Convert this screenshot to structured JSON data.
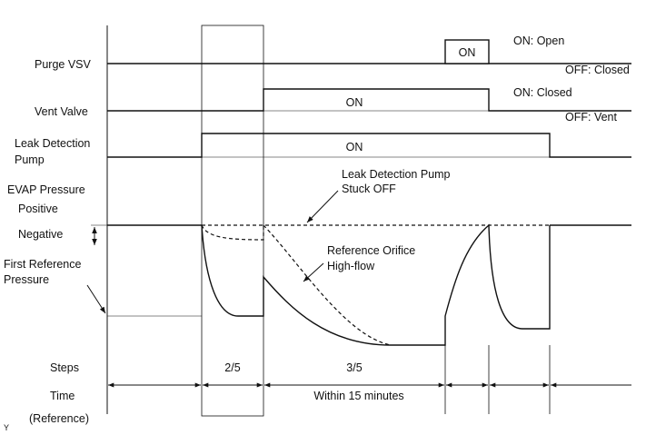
{
  "signals": {
    "purge_vsv": "Purge VSV",
    "vent_valve": "Vent Valve",
    "leak_pump_line1": "Leak Detection",
    "leak_pump_line2": "Pump",
    "evap_pressure": "EVAP Pressure",
    "positive": "Positive",
    "negative": "Negative",
    "first_ref_line1": "First Reference",
    "first_ref_line2": "Pressure"
  },
  "states": {
    "purge_on": "ON",
    "purge_on_desc": "ON: Open",
    "purge_off_desc": "OFF: Closed",
    "vent_on": "ON",
    "vent_on_desc": "ON: Closed",
    "vent_off_desc": "OFF: Vent",
    "pump_on": "ON"
  },
  "annotations": {
    "stuck_off_line1": "Leak Detection Pump",
    "stuck_off_line2": "Stuck OFF",
    "ref_orifice_line1": "Reference Orifice",
    "ref_orifice_line2": "High-flow"
  },
  "rows": {
    "steps": "Steps",
    "time": "Time",
    "reference": "(Reference)"
  },
  "steps": [
    "2/5",
    "3/5"
  ],
  "time_within": "Within 15 minutes",
  "corner_mark": "Y"
}
